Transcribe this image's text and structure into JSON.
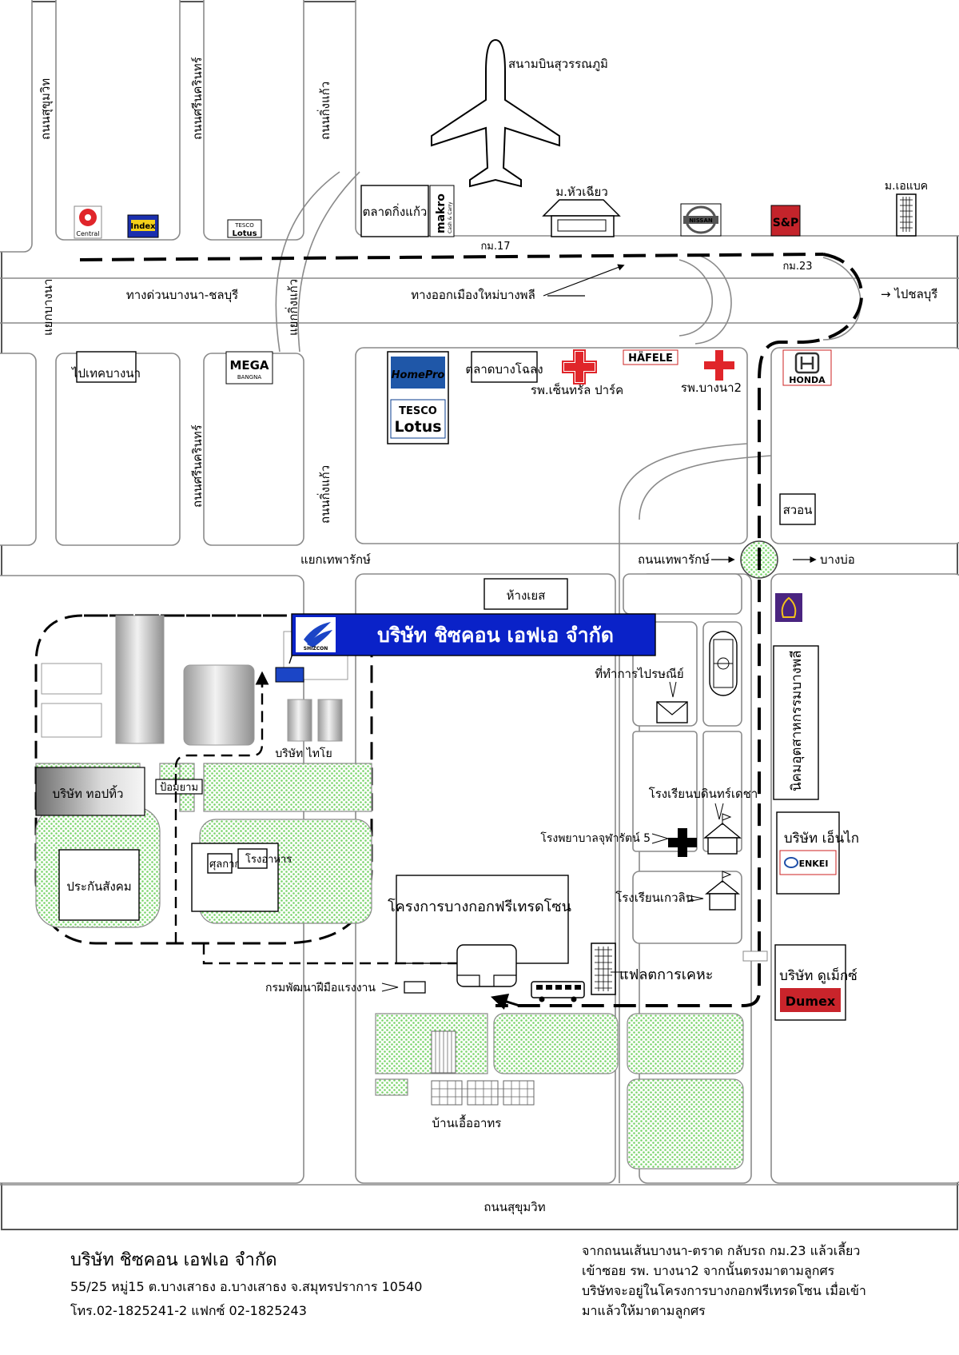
{
  "company": {
    "banner_name": "บริษัท ชิซคอน เอฟเอ จำกัด",
    "logo_text": "SHIZCON",
    "footer_name": "บริษัท ชิซคอน เอฟเอ จำกัด",
    "address": "55/25 หมู่15 ต.บางเสาธง อ.บางเสาธง จ.สมุทรปราการ 10540",
    "phone": "โทร.02-1825241-2 แฟกซ์ 02-1825243"
  },
  "directions": [
    "จากถนนเส้นบางนา-ตราด กลับรถ กม.23 แล้วเลี้ยว",
    "เข้าซอย รพ. บางนา2 จากนั้นตรงมาตามลูกศร",
    "บริษัทจะอยู่ในโครงการบางกอกฟรีเทรดโซน เมื่อเข้า",
    "มาแล้วให้มาตามลูกศร"
  ],
  "roads": {
    "sukhumvit_top": "ถนนสุขุมวิท",
    "srinakarin_top": "ถนนศรีนครินทร์",
    "kingkaew_top": "ถนนกิ่งแก้ว",
    "bangna": "แยกบางนา",
    "expressway": "ทางด่วนบางนา-ชลบุรี",
    "kingkaew_junction": "แยกกิ่งแก้ว",
    "exit_bangphli": "ทางออกเมืองใหม่บางพลี",
    "km17": "กม.17",
    "km23": "กม.23",
    "to_chonburi": "→ ไปชลบุรี",
    "to_bitec": "ไปเทคบางนา",
    "srinakarin_bottom": "ถนนศรีนครินทร์",
    "kingkaew_bottom": "ถนนกิ่งแก้ว",
    "theparak_junction": "แยกเทพารักษ์",
    "theparak_road": "ถนนเทพารักษ์",
    "to_bangbo": "บางบ่อ",
    "sukhumvit_bottom": "ถนนสุขุมวิท"
  },
  "places": {
    "airport": "สนามบินสุวรรณภูมิ",
    "kingkaew_market": "ตลาดกิ่งแก้ว",
    "mubanhuachiao": "ม.หัวเฉียว",
    "abac": "ม.เอแบค",
    "bangchalong_market": "ตลาดบางโฉลง",
    "central_park_hosp": "รพ.เซ็นทรัล ปาร์ค",
    "bangna2_hosp": "รพ.บางนา2",
    "suan": "สวอน",
    "yes_mall": "ห้างเยส",
    "post_office": "ที่ทำการไปรษณีย์",
    "bangplee_estate": "นิคมอุตสาหกรรมบางพลี",
    "bodindecha_school": "โรงเรียนบดินทร์เดชา",
    "chulabhorn_hosp": "โรงพยาบาลจุฬารัตน์ 5",
    "enkei_co": "บริษัท เอ็นไก",
    "kaewlin_school": "โรงเรียนเกวลิน",
    "free_trade_zone": "โครงการบางกอกฟรีเทรดโซน",
    "dumex_co": "บริษัท ดูเม็กซ์",
    "flats": "แฟลตการเคหะ",
    "skill_dept": "กรมพัฒนาฝีมือแรงงาน",
    "eua_arthorn": "บ้านเอื้ออาทร",
    "thaiyo_co": "บริษัท ไทโย",
    "topteam_co": "บริษัท ทอปทิ้ว",
    "guard_post": "ป้อมยาม",
    "customs": "ศุลกากร",
    "canteen": "โรงอาหาร",
    "social_security": "ประกันสังคม"
  },
  "logos": {
    "central": "Central",
    "index": "Index",
    "tesco": "TESCO",
    "lotus": "Lotus",
    "makro": "makro",
    "makro_sub": "Cash & Carry",
    "nissan": "NISSAN",
    "sp": "S&P",
    "mega": "MEGA",
    "mega_sub": "BANGNA",
    "homepro": "HomePro",
    "hafele": "HÄFELE",
    "honda": "HONDA",
    "enkei": "ENKEI",
    "dumex": "Dumex"
  },
  "colors": {
    "banner_bg": "#0a22c8",
    "green_area": "#7fdc6f",
    "hospital_red": "#e0252a"
  }
}
